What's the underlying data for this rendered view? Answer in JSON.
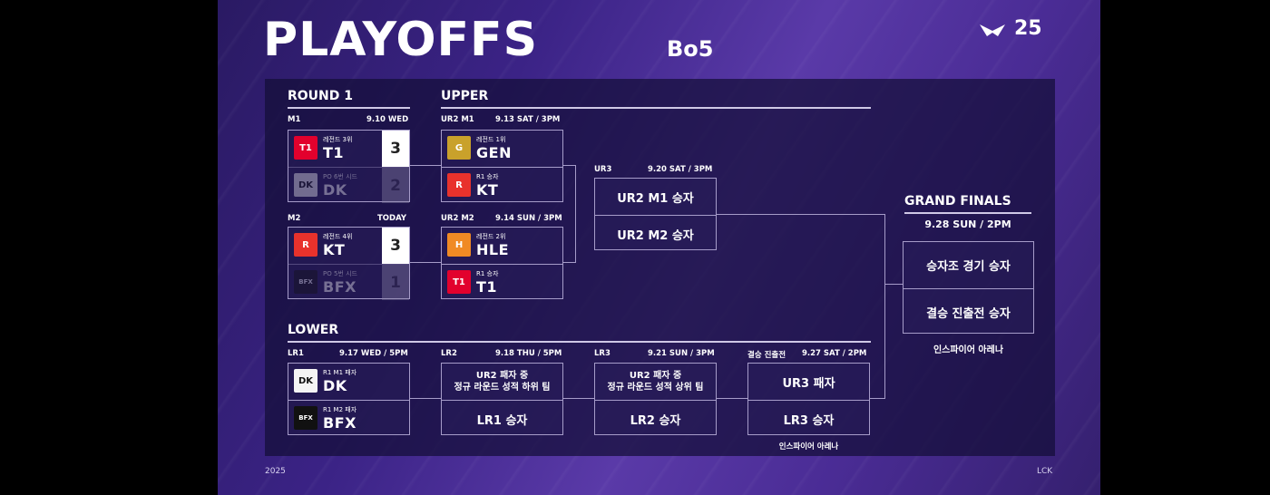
{
  "header": {
    "title": "PLAYOFFS",
    "format": "Bo5",
    "logo_text": "25"
  },
  "sections": {
    "round1": "ROUND 1",
    "upper": "UPPER",
    "lower": "LOWER",
    "grand_finals": "GRAND FINALS"
  },
  "round1": [
    {
      "id": "M1",
      "date": "9.10 WED",
      "teams": [
        {
          "name": "T1",
          "sub": "레전드 3위",
          "score": "3",
          "logo": "T1",
          "color": "#e2012d"
        },
        {
          "name": "DK",
          "sub": "PO 6번 시드",
          "score": "2",
          "logo": "DK",
          "color": "#f4f4f4"
        }
      ]
    },
    {
      "id": "M2",
      "date": "TODAY",
      "teams": [
        {
          "name": "KT",
          "sub": "레전드 4위",
          "score": "3",
          "logo": "R",
          "color": "#e8322c"
        },
        {
          "name": "BFX",
          "sub": "PO 5번 시드",
          "score": "1",
          "logo": "BFX",
          "color": "#111"
        }
      ]
    }
  ],
  "upper": [
    {
      "id": "UR2 M1",
      "date": "9.13 SAT / 3PM",
      "teams": [
        {
          "name": "GEN",
          "sub": "레전드 1위",
          "logo": "G",
          "color": "#c9a12b"
        },
        {
          "name": "KT",
          "sub": "R1 승자",
          "logo": "R",
          "color": "#e8322c"
        }
      ]
    },
    {
      "id": "UR2 M2",
      "date": "9.14 SUN / 3PM",
      "teams": [
        {
          "name": "HLE",
          "sub": "레전드 2위",
          "logo": "H",
          "color": "#f08a24"
        },
        {
          "name": "T1",
          "sub": "R1 승자",
          "logo": "T1",
          "color": "#e2012d"
        }
      ]
    },
    {
      "id": "UR3",
      "date": "9.20 SAT / 3PM",
      "slots": [
        "UR2 M1 승자",
        "UR2 M2 승자"
      ]
    }
  ],
  "finals": {
    "date": "9.28 SUN / 2PM",
    "slots": [
      "승자조 경기 승자",
      "결승 진출전 승자"
    ],
    "venue": "인스파이어 아레나"
  },
  "lower": [
    {
      "id": "LR1",
      "date": "9.17 WED / 5PM",
      "teams": [
        {
          "name": "DK",
          "sub": "R1 M1 패자",
          "logo": "DK",
          "color": "#f4f4f4"
        },
        {
          "name": "BFX",
          "sub": "R1 M2 패자",
          "logo": "BFX",
          "color": "#111"
        }
      ]
    },
    {
      "id": "LR2",
      "date": "9.18 THU / 5PM",
      "slot_top": [
        "UR2 패자 중",
        "정규 라운드 성적 하위 팀"
      ],
      "slot_bottom": "LR1 승자"
    },
    {
      "id": "LR3",
      "date": "9.21 SUN / 3PM",
      "slot_top": [
        "UR2 패자 중",
        "정규 라운드 성적 상위 팀"
      ],
      "slot_bottom": "LR2 승자"
    },
    {
      "id": "결승 진출전",
      "date": "9.27 SAT / 2PM",
      "slot_top": [
        "UR3 패자"
      ],
      "slot_bottom": "LR3 승자",
      "venue": "인스파이어 아레나"
    }
  ],
  "footer": {
    "left": "2025",
    "right": "LCK"
  }
}
